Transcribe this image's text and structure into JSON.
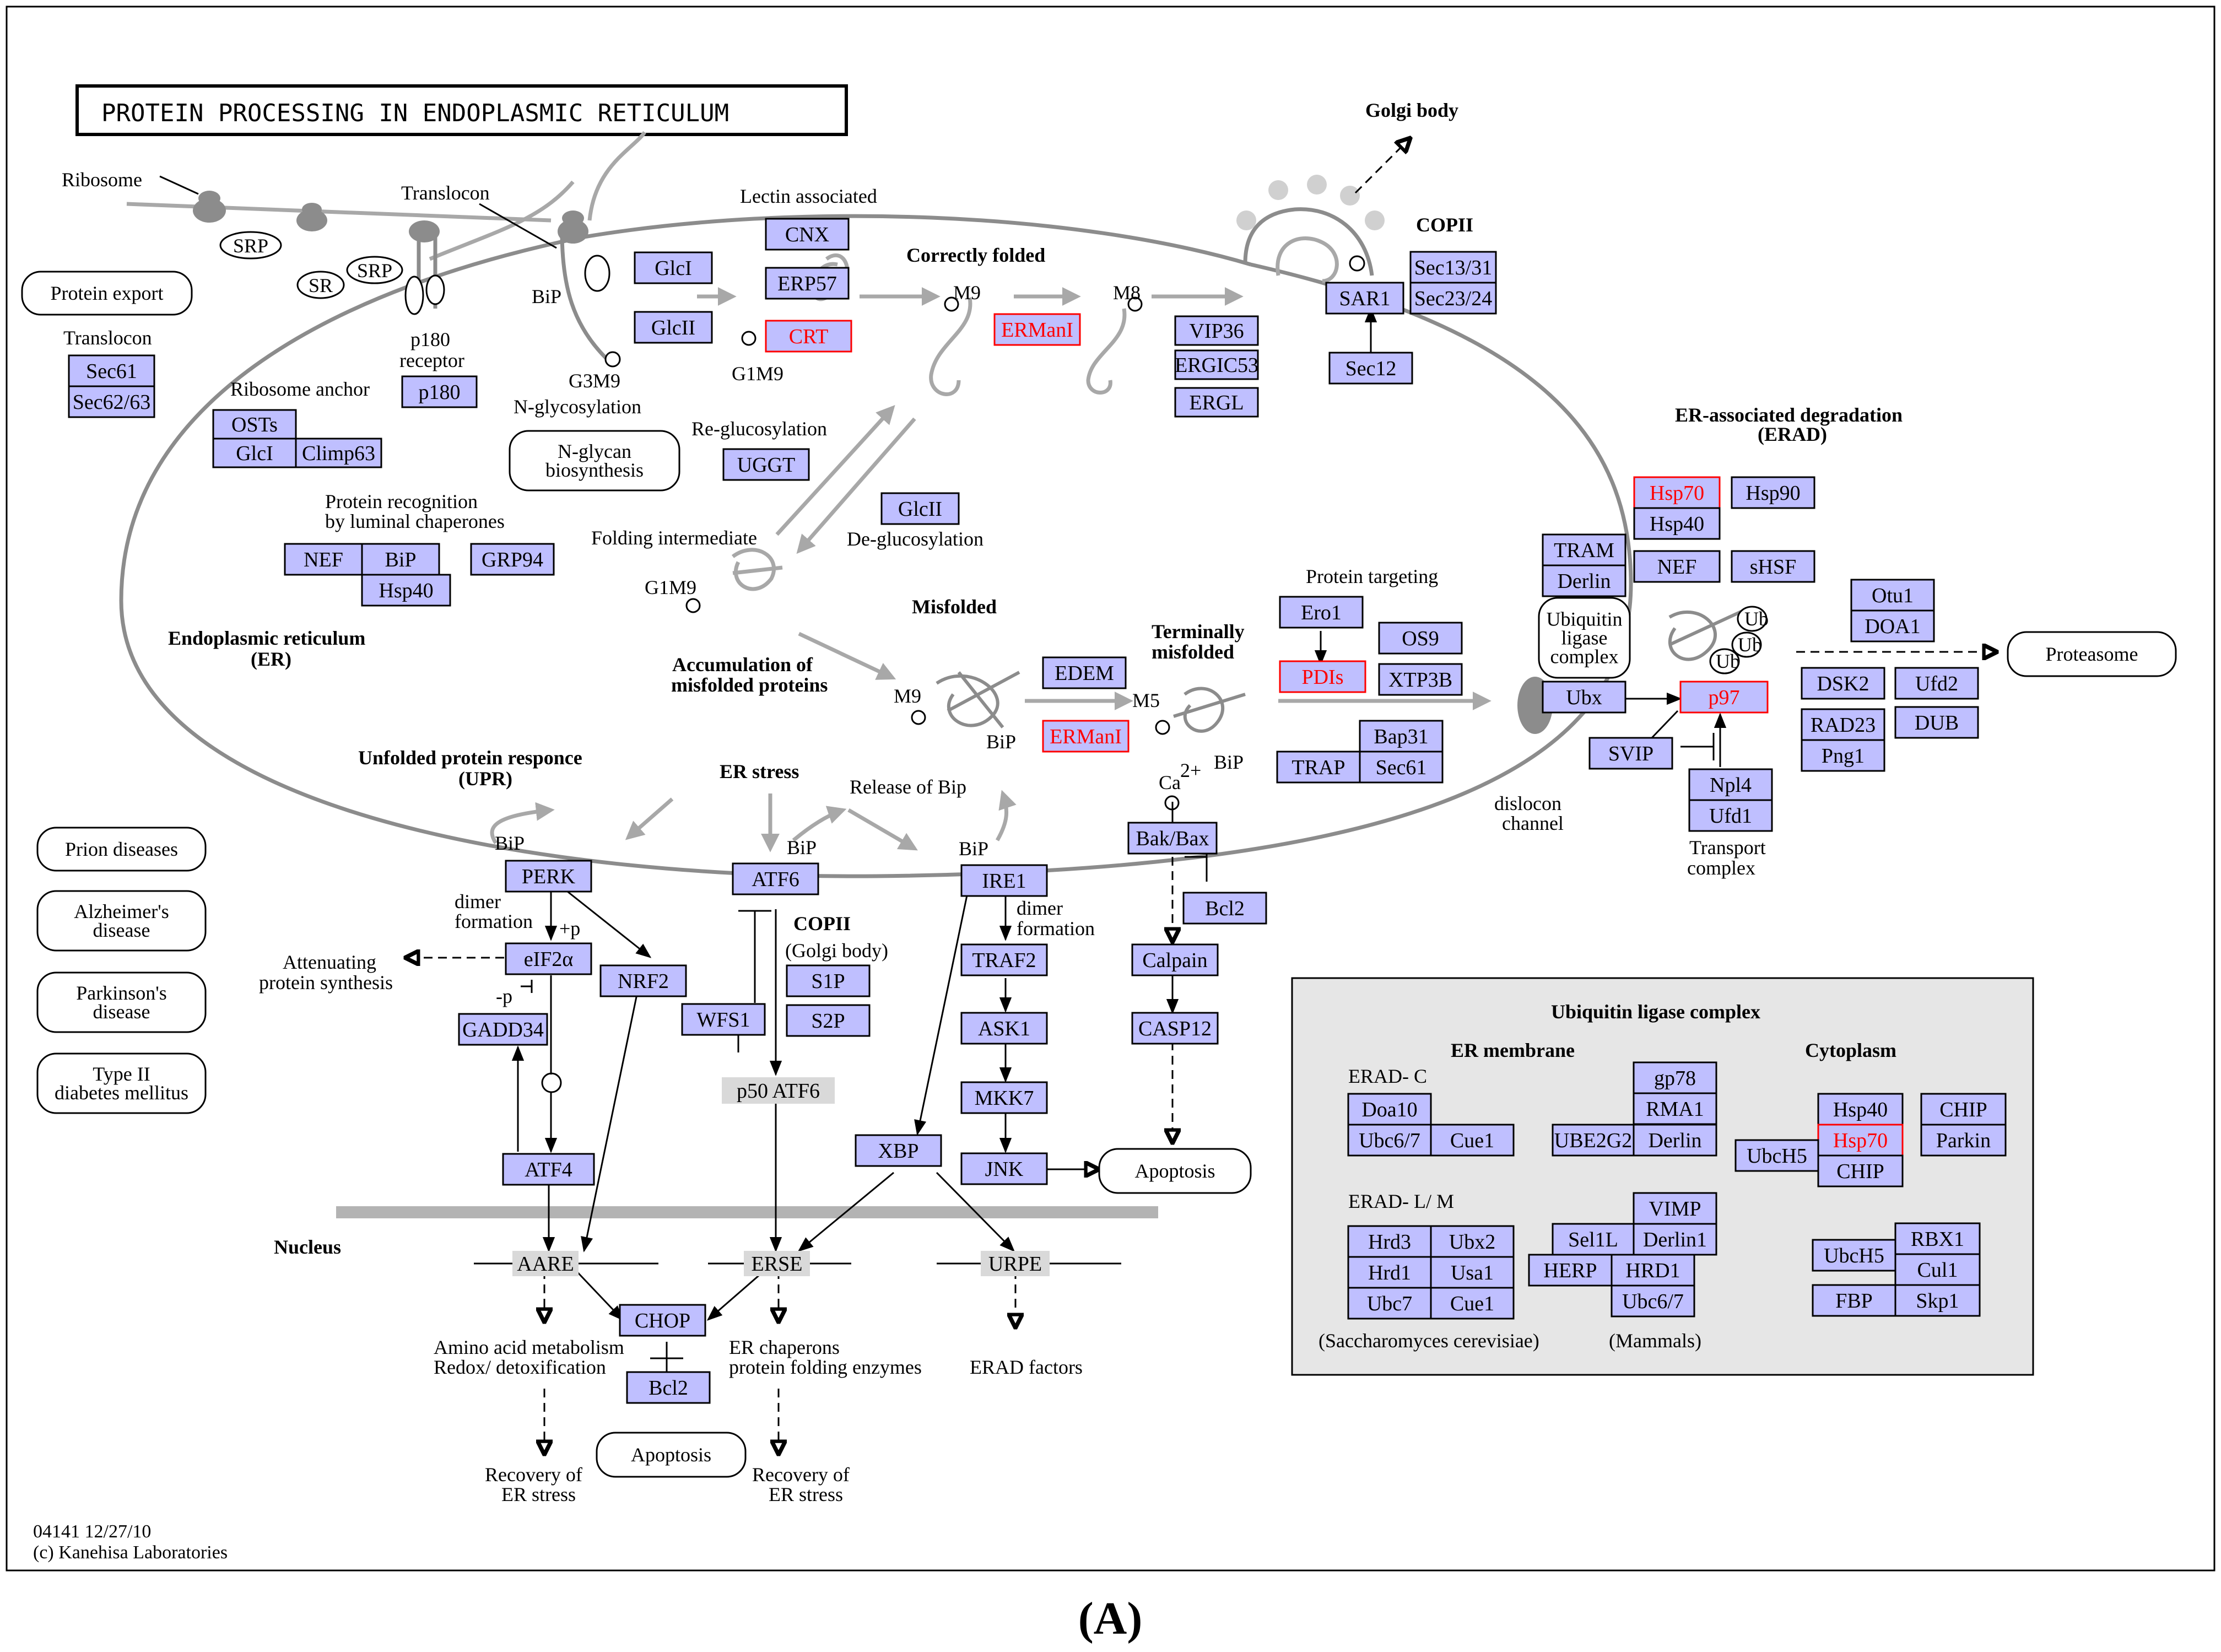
{
  "title": "PROTEIN PROCESSING IN ENDOPLASMIC RETICULUM",
  "footer": {
    "id": "04141 12/27/10",
    "copyright": "(c) Kanehisa Laboratories"
  },
  "panel_label": "(A)",
  "colors": {
    "gene_fill": "#bfbfff",
    "highlight": "#ff0000",
    "grey_box": "#d9d9d9",
    "panel_bg": "#e6e6e6",
    "membrane": "#8c8c8c"
  },
  "nodes": {
    "sec61": "Sec61",
    "sec62_63": "Sec62/63",
    "p180": "p180",
    "osts": "OSTs",
    "glcI_a": "GlcI",
    "climp63": "Climp63",
    "glcI_b": "GlcI",
    "glcII_a": "GlcII",
    "cnx": "CNX",
    "erp57": "ERP57",
    "crt": "CRT",
    "ermanI_a": "ERManI",
    "vip36": "VIP36",
    "ergic53": "ERGIC53",
    "ergl": "ERGL",
    "sar1": "SAR1",
    "sec13_31": "Sec13/31",
    "sec23_24": "Sec23/24",
    "sec12": "Sec12",
    "uggt": "UGGT",
    "glcII_b": "GlcII",
    "nef_a": "NEF",
    "bip": "BiP",
    "grp94": "GRP94",
    "hsp40_a": "Hsp40",
    "edem": "EDEM",
    "ermanI_b": "ERManI",
    "ero1": "Ero1",
    "pdis": "PDIs",
    "os9": "OS9",
    "xtp3b": "XTP3B",
    "trap": "TRAP",
    "bap31": "Bap31",
    "sec61_b": "Sec61",
    "hsp70_a": "Hsp70",
    "hsp90": "Hsp90",
    "hsp40_b": "Hsp40",
    "nef_b": "NEF",
    "shsf": "sHSF",
    "tram": "TRAM",
    "derlin": "Derlin",
    "ubx": "Ubx",
    "p97": "p97",
    "svip": "SVIP",
    "npl4": "Npl4",
    "ufd1": "Ufd1",
    "otu1": "Otu1",
    "doa1": "DOA1",
    "dsk2": "DSK2",
    "ufd2": "Ufd2",
    "rad23": "RAD23",
    "png1": "Png1",
    "dub": "DUB",
    "perk": "PERK",
    "atf6": "ATF6",
    "ire1": "IRE1",
    "bak_bax": "Bak/Bax",
    "bcl2_a": "Bcl2",
    "eif2a": "eIF2α",
    "nrf2": "NRF2",
    "gadd34": "GADD34",
    "wfs1": "WFS1",
    "s1p": "S1P",
    "s2p": "S2P",
    "traf2": "TRAF2",
    "ask1": "ASK1",
    "mkk7": "MKK7",
    "jnk": "JNK",
    "calpain": "Calpain",
    "casp12": "CASP12",
    "atf4": "ATF4",
    "xbp": "XBP",
    "chop": "CHOP",
    "bcl2_b": "Bcl2",
    "p50atf6": "p50 ATF6",
    "aare": "AARE",
    "erse": "ERSE",
    "urpe": "URPE"
  },
  "rounded": {
    "protein_export": "Protein export",
    "nglycan_1": "N-glycan",
    "nglycan_2": "biosynthesis",
    "prion": "Prion diseases",
    "alz_1": "Alzheimer's",
    "alz_2": "disease",
    "park_1": "Parkinson's",
    "park_2": "disease",
    "t2d_1": "Type II",
    "t2d_2": "diabetes mellitus",
    "proteasome": "Proteasome",
    "apoptosis_a": "Apoptosis",
    "apoptosis_b": "Apoptosis",
    "uq_1": "Ubiquitin",
    "uq_2": "ligase",
    "uq_3": "complex"
  },
  "labels": {
    "ribosome": "Ribosome",
    "translocon_a": "Translocon",
    "srp_a": "SRP",
    "srp_b": "SRP",
    "sr": "SR",
    "bip_a": "BiP",
    "p180_receptor_1": "p180",
    "p180_receptor_2": "receptor",
    "translocon_b": "Translocon",
    "ribosome_anchor": "Ribosome anchor",
    "g3m9": "G3M9",
    "nglycosylation": "N-glycosylation",
    "lectin": "Lectin  associated",
    "correctly_folded": "Correctly folded",
    "m9_a": "M9",
    "m8": "M8",
    "g1m9_a": "G1M9",
    "golgibody": "Golgi body",
    "copii_a": "COPII",
    "reglucosylation": "Re-glucosylation",
    "deglucosylation": "De-glucosylation",
    "prot_recog_1": "Protein recognition",
    "prot_recog_2": "by luminal chaperones",
    "folding_intermediate": "Folding intermediate",
    "g1m9_b": "G1M9",
    "misfolded": "Misfolded",
    "er_1": "Endoplasmic reticulum",
    "er_2": "(ER)",
    "accum_1": "Accumulation of",
    "accum_2": "misfolded proteins",
    "m9_b": "M9",
    "bip_b": "BiP",
    "m5": "M5",
    "bip_c": "BiP",
    "protein_targeting": "Protein targeting",
    "term_1": "Terminally",
    "term_2": "misfolded",
    "ca": "Ca",
    "ca_sup": "2+",
    "erad_1": "ER-associated degradation",
    "erad_2": "(ERAD)",
    "ub_1": "Ub",
    "ub_2": "Ub",
    "ub_3": "Ub",
    "dislocon_1": "dislocon",
    "dislocon_2": "channel",
    "transport_1": "Transport",
    "transport_2": "complex",
    "upr_1": "Unfolded protein responce",
    "upr_2": "(UPR)",
    "er_stress": "ER stress",
    "release_bip": "Release of Bip",
    "bip_d": "BiP",
    "bip_e": "BiP",
    "bip_f": "BiP",
    "copii_b": "COPII",
    "golgi_paren": "(Golgi body)",
    "dimer_a1": "dimer",
    "dimer_a2": "formation",
    "dimer_b1": "dimer",
    "dimer_b2": "formation",
    "plus_p": "+p",
    "minus_p": "-p",
    "attenuating_1": "Attenuating",
    "attenuating_2": "protein synthesis",
    "nucleus": "Nucleus",
    "amino_1": "Amino acid  metabolism",
    "amino_2": "Redox/ detoxification",
    "erchap_1": "ER chaperons",
    "erchap_2": "protein folding enzymes",
    "erad_factors": "ERAD factors",
    "recovery_a1": "Recovery of",
    "recovery_a2": "ER stress",
    "recovery_b1": "Recovery of",
    "recovery_b2": "ER stress"
  },
  "legend": {
    "title": "Ubiquitin ligase complex",
    "er_membrane": "ER membrane",
    "cytoplasm": "Cytoplasm",
    "erad_c": "ERAD- C",
    "erad_lm": "ERAD- L/ M",
    "sacch": "(Saccharomyces cerevisiae)",
    "mammals": "(Mammals)",
    "doa10": "Doa10",
    "ubc67_a": "Ubc6/7",
    "cue1_a": "Cue1",
    "gp78": "gp78",
    "rma1": "RMA1",
    "ube2g2": "UBE2G2",
    "derlin_c": "Derlin",
    "hsp40_c": "Hsp40",
    "hsp70_c": "Hsp70",
    "chip_a": "CHIP",
    "ubch5_a": "UbcH5",
    "chip_b": "CHIP",
    "parkin": "Parkin",
    "hrd3": "Hrd3",
    "ubx2": "Ubx2",
    "hrd1_a": "Hrd1",
    "usa1": "Usa1",
    "ubc7": "Ubc7",
    "cue1_b": "Cue1",
    "vimp": "VIMP",
    "sel1l": "Sel1L",
    "derlin1": "Derlin1",
    "herp": "HERP",
    "hrd1_b": "HRD1",
    "ubc67_b": "Ubc6/7",
    "ubch5_b": "UbcH5",
    "rbx1": "RBX1",
    "cul1": "Cul1",
    "fbp": "FBP",
    "skp1": "Skp1"
  }
}
